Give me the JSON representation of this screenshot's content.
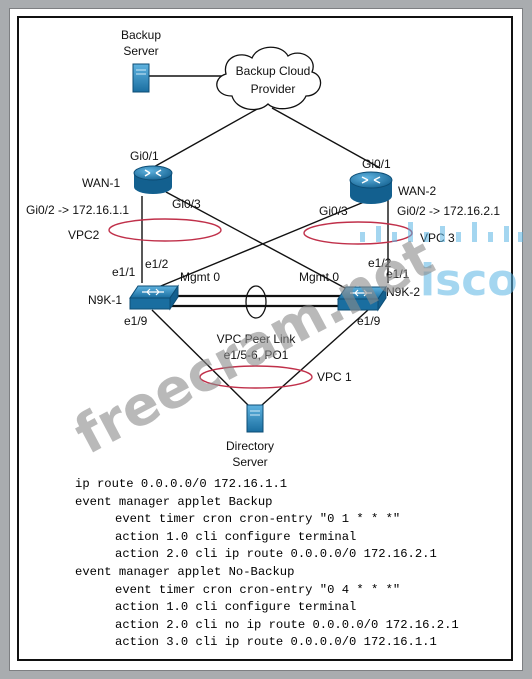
{
  "diagram": {
    "nodes": {
      "backup_server": [
        "Backup",
        "Server"
      ],
      "cloud": [
        "Backup Cloud",
        "Provider"
      ],
      "wan1": "WAN-1",
      "wan2": "WAN-2",
      "n9k1": "N9K-1",
      "n9k2": "N9K-2",
      "directory_server": [
        "Directory",
        "Server"
      ]
    },
    "interfaces": {
      "wan1_gi01": "Gi0/1",
      "wan1_gi02": "Gi0/2 -> 172.16.1.1",
      "wan1_gi03": "Gi0/3",
      "wan2_gi01": "Gi0/1",
      "wan2_gi02": "Gi0/2 -> 172.16.2.1",
      "wan2_gi03": "Gi0/3",
      "n9k1_e11": "e1/1",
      "n9k1_e12": "e1/2",
      "n9k1_mgmt": "Mgmt 0",
      "n9k1_e19": "e1/9",
      "n9k2_e11": "e1/1",
      "n9k2_e12": "e1/2",
      "n9k2_mgmt": "Mgmt 0",
      "n9k2_e19": "e1/9"
    },
    "vpcs": {
      "vpc2": "VPC2",
      "vpc3": "VPC 3",
      "vpc1": "VPC 1",
      "peer_link": [
        "VPC Peer Link",
        "e1/5-6, PO1"
      ]
    },
    "colors": {
      "router": "#1f7fb8",
      "switch": "#2b8fc4",
      "ellipse": "#c0304a",
      "server": "#3b8fc5"
    }
  },
  "watermark": {
    "text": "freecram.net",
    "logo_text": "isco"
  },
  "config_lines": [
    "ip route 0.0.0.0/0 172.16.1.1",
    "event manager applet Backup",
    "event timer cron cron-entry \"0 1 * * *\"",
    "action 1.0 cli configure terminal",
    "action 2.0 cli ip route 0.0.0.0/0 172.16.2.1",
    "event manager applet No-Backup",
    "event timer cron cron-entry \"0 4 * * *\"",
    "action 1.0 cli configure terminal",
    "action 2.0 cli no ip route 0.0.0.0/0 172.16.2.1",
    "action 3.0 cli ip route 0.0.0.0/0 172.16.1.1"
  ]
}
